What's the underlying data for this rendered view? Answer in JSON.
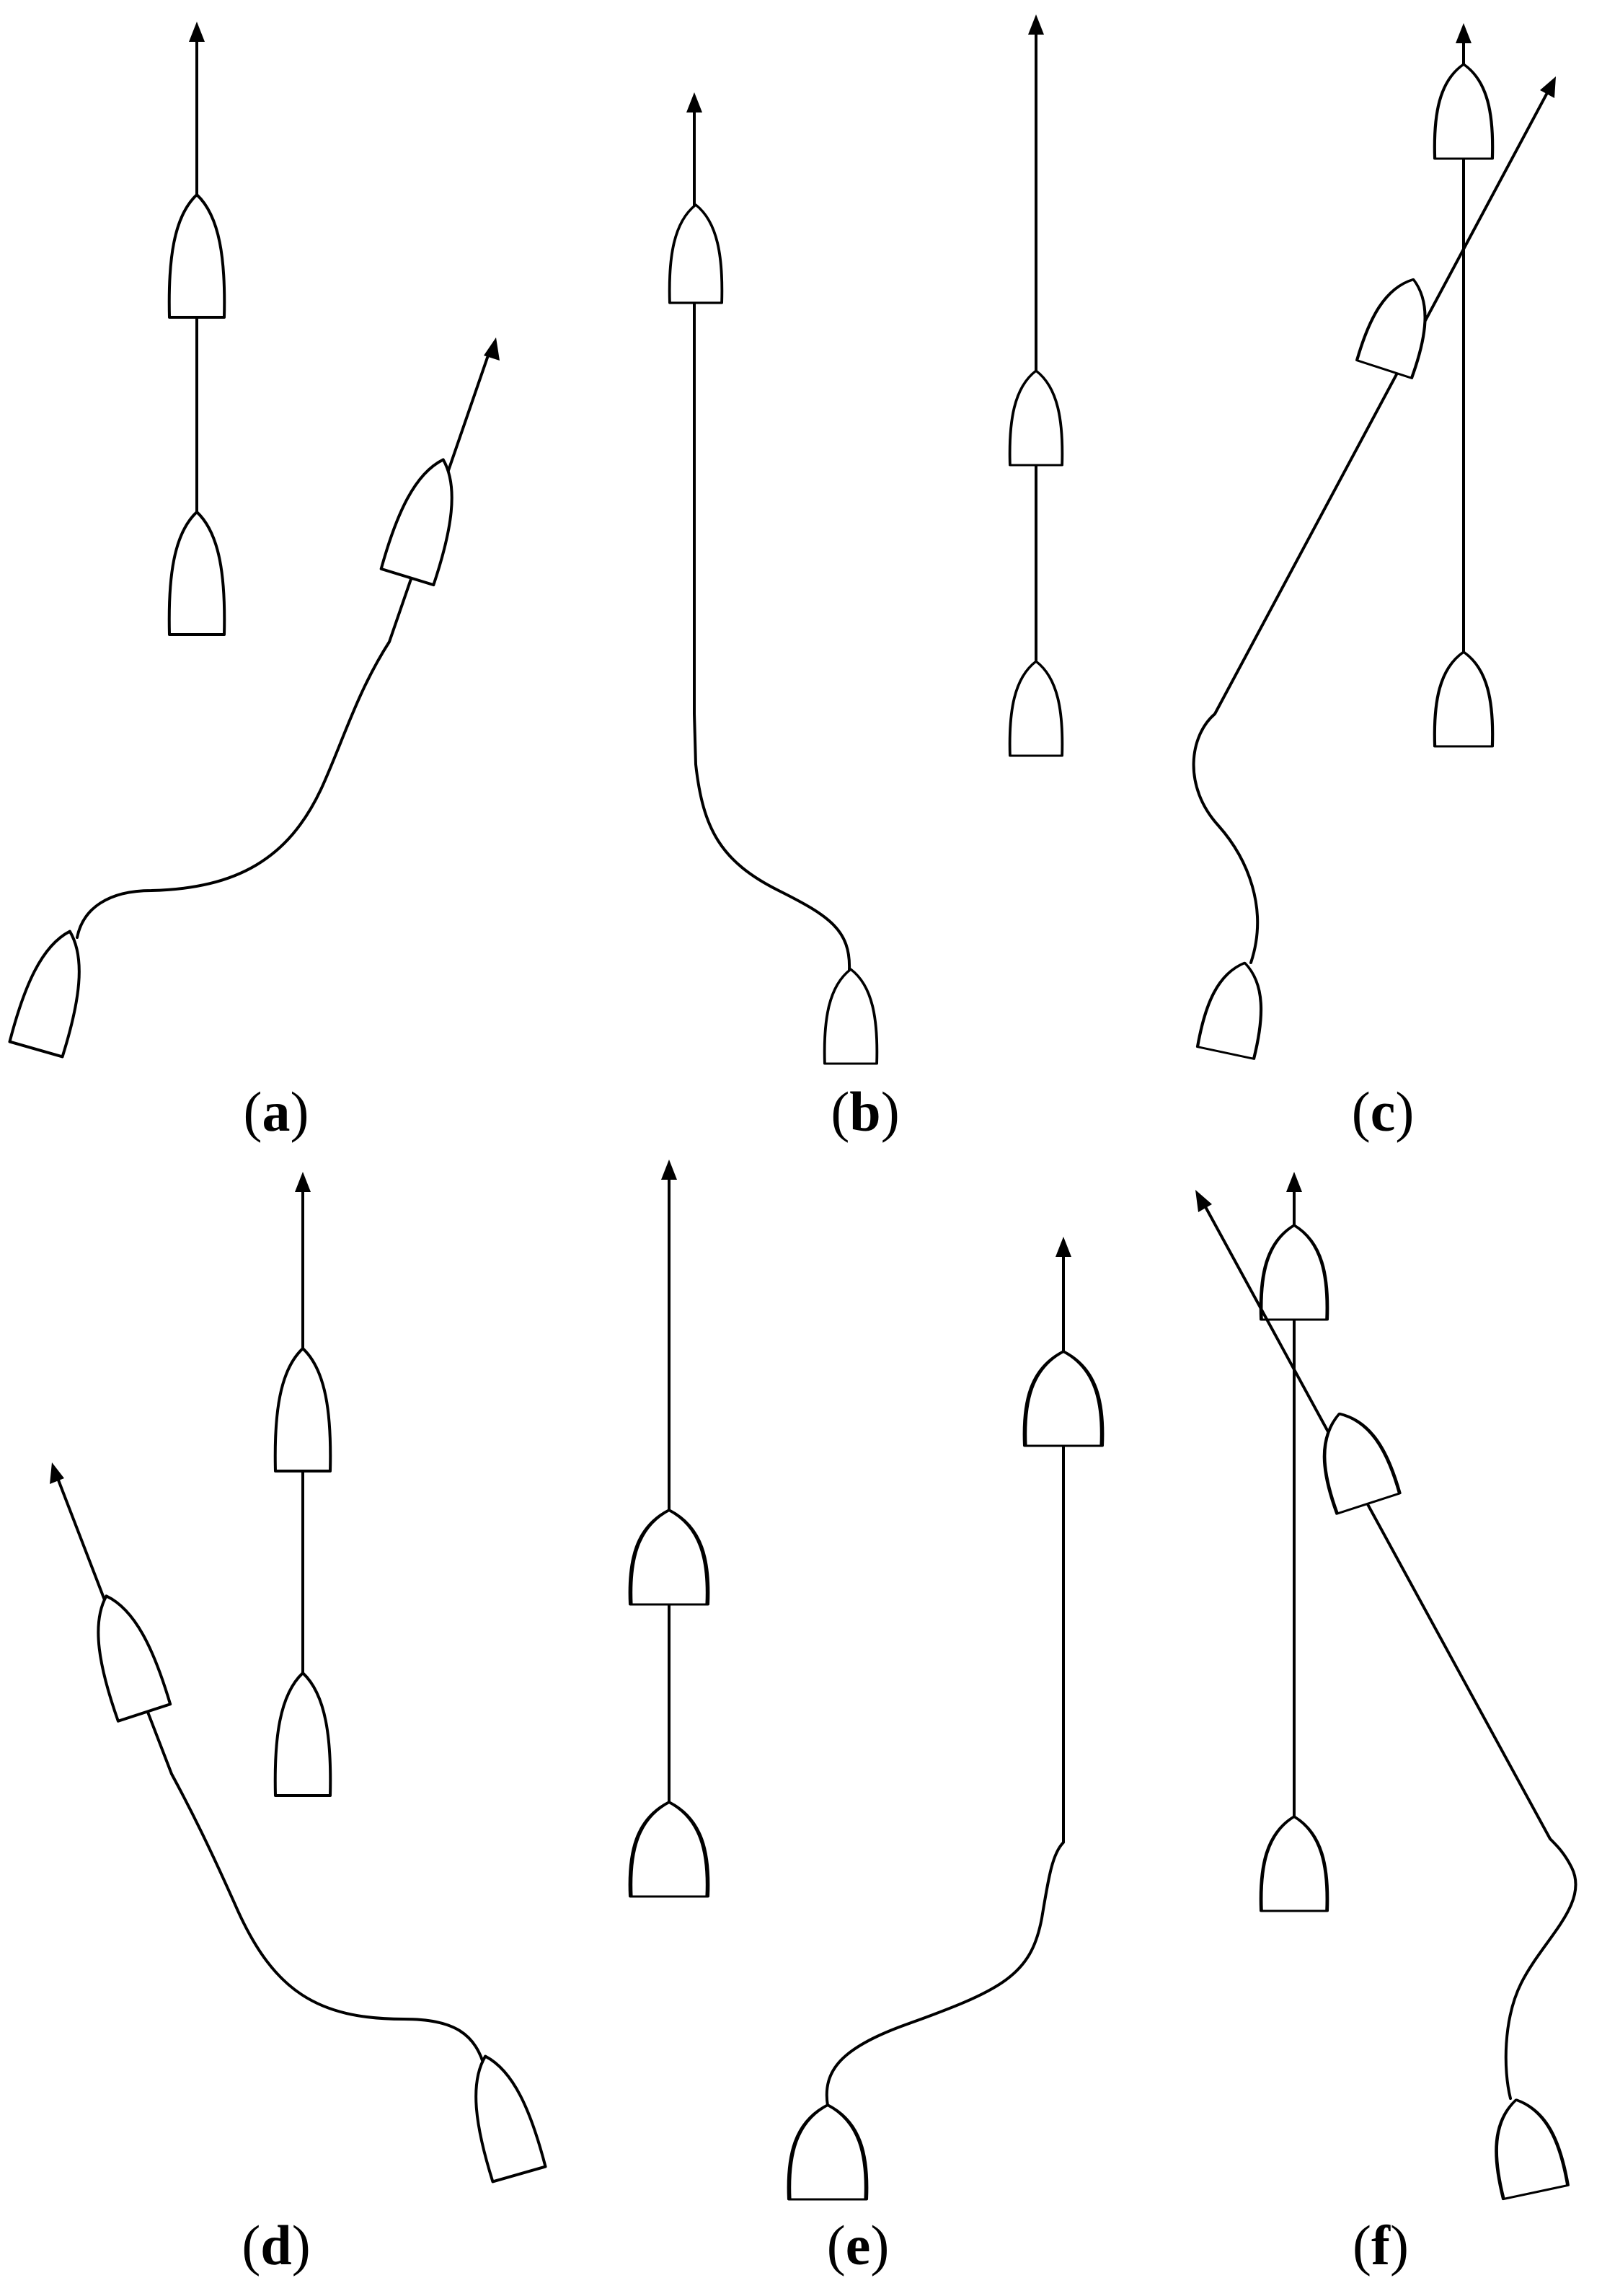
{
  "figure": {
    "panels": [
      {
        "id": "a",
        "label_open": "(",
        "label_letter": "a",
        "label_close": ")"
      },
      {
        "id": "b",
        "label_open": "(",
        "label_letter": "b",
        "label_close": ")"
      },
      {
        "id": "c",
        "label_open": "(",
        "label_letter": "c",
        "label_close": ")"
      },
      {
        "id": "d",
        "label_open": "(",
        "label_letter": "d",
        "label_close": ")"
      },
      {
        "id": "e",
        "label_open": "(",
        "label_letter": "e",
        "label_close": ")"
      },
      {
        "id": "f",
        "label_open": "(",
        "label_letter": "f",
        "label_close": ")"
      }
    ],
    "colors": {
      "stroke": "#000000",
      "background": "#ffffff"
    }
  }
}
